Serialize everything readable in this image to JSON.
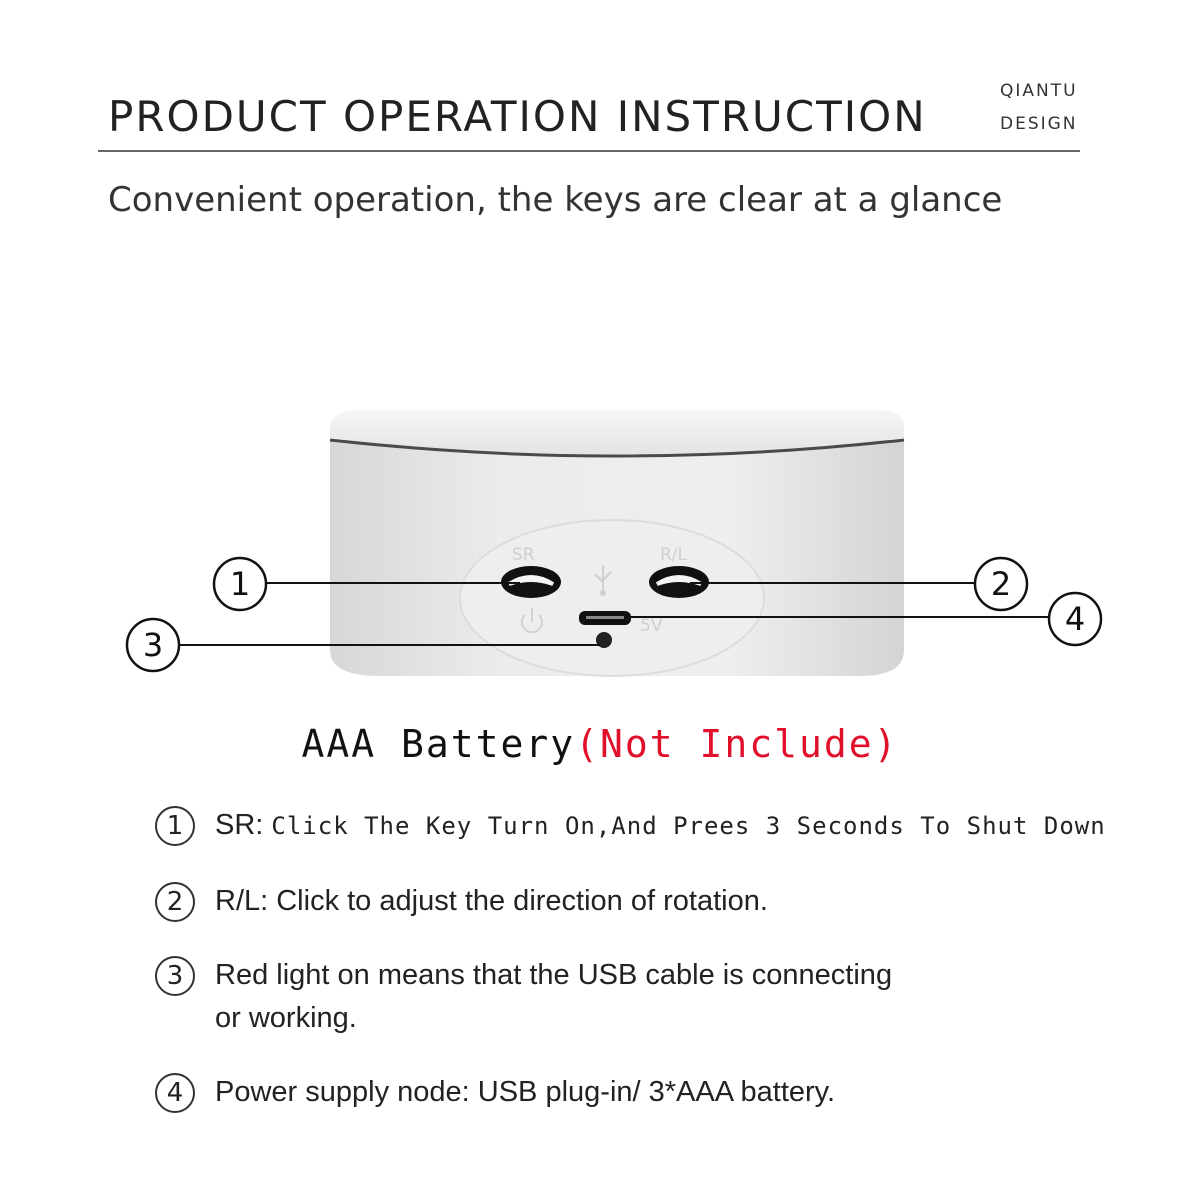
{
  "header": {
    "title": "PRODUCT OPERATION INSTRUCTION",
    "brand_line1": "QIANTU",
    "brand_line2": "DESIGN"
  },
  "subtitle": "Convenient operation, the keys are clear at a glance",
  "device": {
    "panel_labels": {
      "sr": "SR",
      "rl": "R/L",
      "voltage": "5V"
    },
    "callouts": [
      "1",
      "2",
      "3",
      "4"
    ],
    "colors": {
      "body": "#e9e9e9",
      "top": "#f1f1f1",
      "rim": "#555555",
      "panel": "#efefef"
    }
  },
  "battery": {
    "main": "AAA Battery",
    "note": "(Not Include)",
    "note_color": "#e0102b"
  },
  "instructions": [
    {
      "num": "1",
      "prefix": "SR:",
      "text": "Click The Key Turn On,And Prees 3 Seconds To Shut Down"
    },
    {
      "num": "2",
      "text": "R/L: Click to adjust the direction of rotation."
    },
    {
      "num": "3",
      "line1": "Red light on means that the USB cable is connecting",
      "line2": "or working."
    },
    {
      "num": "4",
      "text": "Power supply node: USB plug-in/ 3*AAA battery."
    }
  ]
}
